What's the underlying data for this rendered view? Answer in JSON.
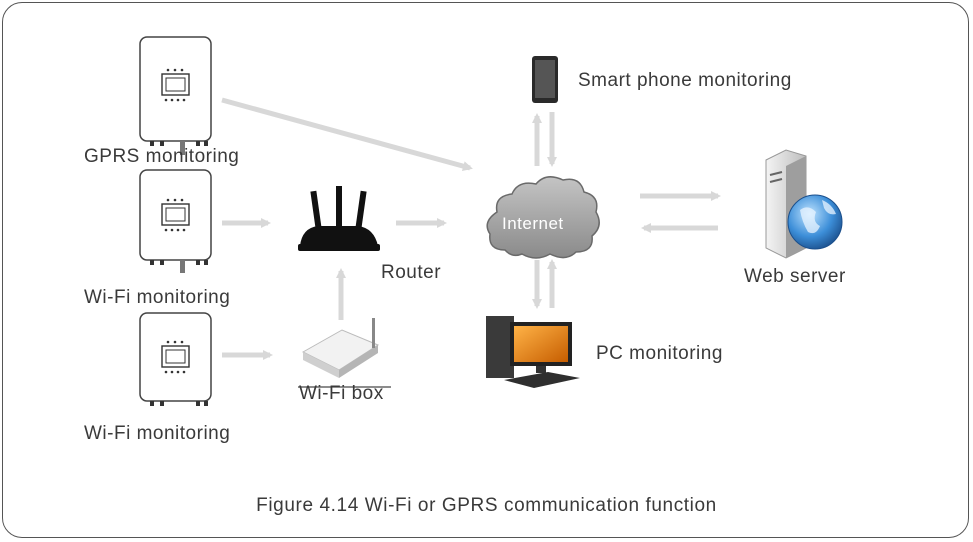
{
  "labels": {
    "gprs_monitoring": "GPRS monitoring",
    "wifi_monitoring_1": "Wi-Fi monitoring",
    "wifi_monitoring_2": "Wi-Fi monitoring",
    "router": "Router",
    "wifi_box": "Wi-Fi box",
    "internet": "Internet",
    "smart_phone": "Smart phone monitoring",
    "web_server": "Web server",
    "pc_monitoring": "PC monitoring"
  },
  "caption": "Figure 4.14 Wi-Fi or GPRS communication function",
  "colors": {
    "arrow": "#d8d8d8",
    "frame": "#555555",
    "router": "#111111",
    "cloud": "#9a9a9a",
    "pc_screen": "#e07a10"
  }
}
